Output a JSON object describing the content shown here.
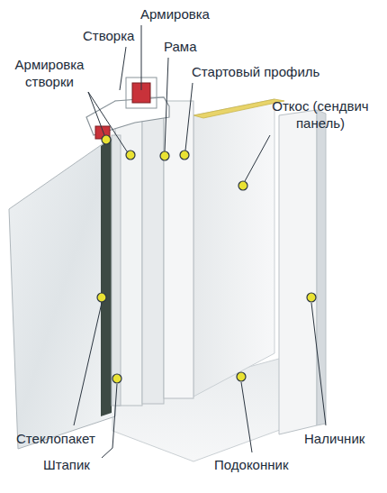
{
  "diagram": {
    "labels": [
      "Армировка",
      "Створка",
      "Рама",
      "Армировка створки",
      "Стартовый профиль",
      "Откос (сендвич панель)",
      "Стеклопакет",
      "Штапик",
      "Подоконник",
      "Наличник"
    ]
  }
}
